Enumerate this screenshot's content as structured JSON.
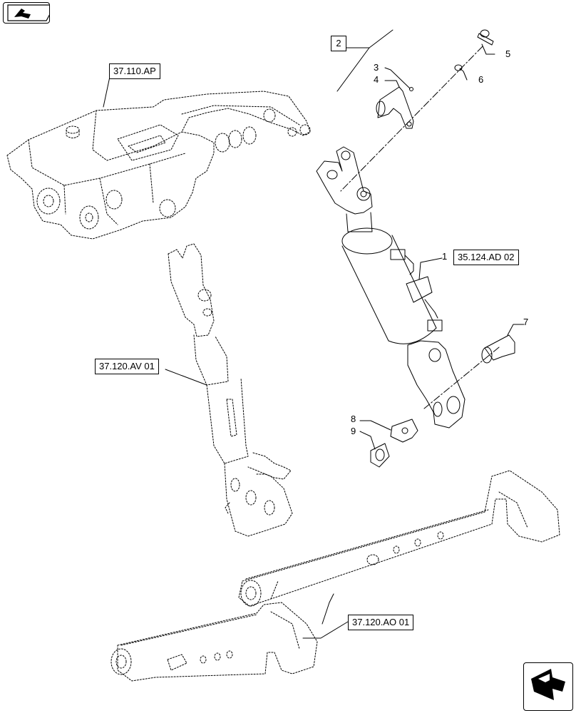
{
  "references": {
    "housing": "37.110.AP",
    "top_link": "37.120.AV 01",
    "cylinder": "35.124.AD 02",
    "lower_links": "37.120.AO 01"
  },
  "kit_label": "2",
  "callouts": [
    "1",
    "3",
    "4",
    "5",
    "6",
    "7",
    "8",
    "9"
  ],
  "icons": {
    "top_nav": "previous-page-arrow-icon",
    "bottom_nav": "next-page-arrow-icon"
  }
}
